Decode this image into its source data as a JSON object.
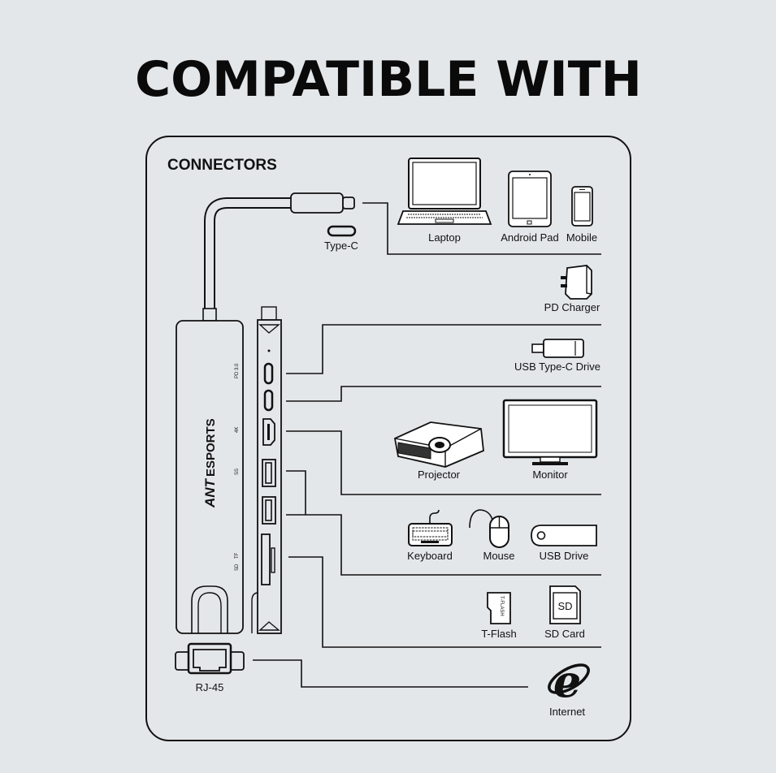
{
  "title": "COMPATIBLE WITH",
  "section_label": "CONNECTORS",
  "hub": {
    "brand": "ESPORTS",
    "port_labels": [
      "PD 3.0",
      "4K",
      "SS",
      "SD",
      "TF"
    ]
  },
  "connectors": {
    "type_c": "Type-C",
    "rj45": "RJ-45"
  },
  "devices": {
    "laptop": "Laptop",
    "android_pad": "Android Pad",
    "mobile": "Mobile",
    "pd_charger": "PD Charger",
    "usb_typec_drive": "USB Type-C Drive",
    "projector": "Projector",
    "monitor": "Monitor",
    "keyboard": "Keyboard",
    "mouse": "Mouse",
    "usb_drive": "USB Drive",
    "t_flash": "T-Flash",
    "t_flash_card_text": "T-FLASH",
    "sd_card": "SD Card",
    "sd_card_text": "SD",
    "internet": "Internet"
  }
}
